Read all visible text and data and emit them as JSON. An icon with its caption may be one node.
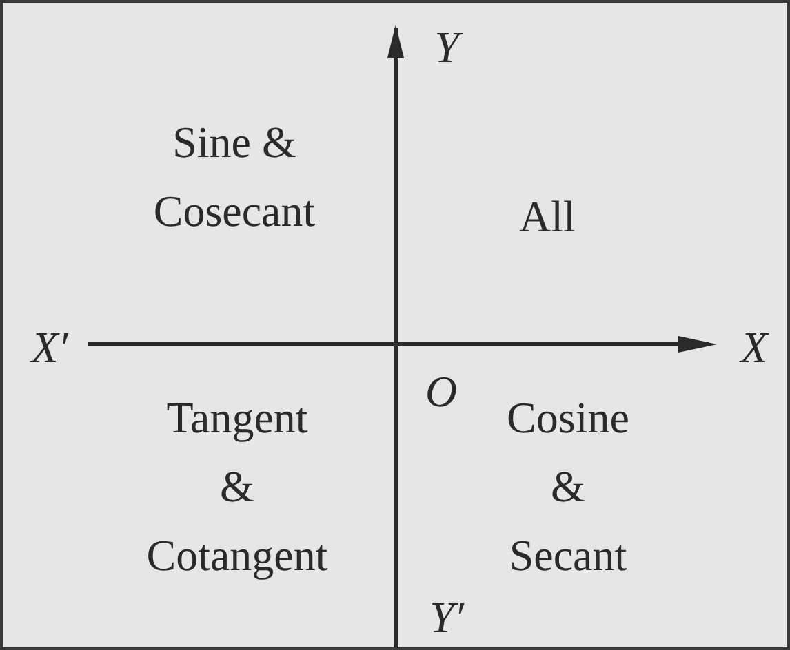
{
  "diagram": {
    "labels": [
      "Y",
      "Sine & Cosecant",
      "All",
      "X′",
      "X",
      "O",
      "Tangent & Cotangent",
      "Cosine & Secant",
      "Y′"
    ]
  }
}
